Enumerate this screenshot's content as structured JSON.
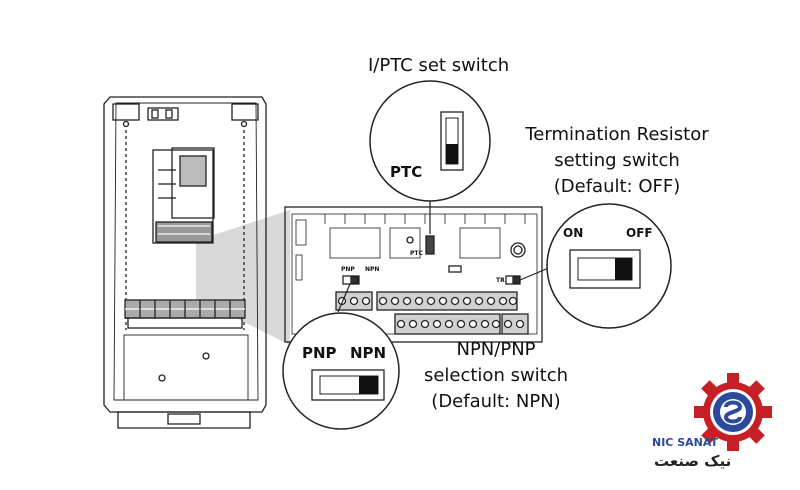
{
  "labels": {
    "ptc_title": "I/PTC set switch",
    "ptc_switch_label": "PTC",
    "term_line1": "Termination Resistor",
    "term_line2": "setting switch",
    "term_line3": "(Default: OFF)",
    "on": "ON",
    "off": "OFF",
    "pnp": "PNP",
    "npn": "NPN",
    "npn_line1": "NPN/PNP",
    "npn_line2": "selection switch",
    "npn_line3": "(Default: NPN)",
    "board_pnp": "PNP",
    "board_npn": "NPN",
    "board_ptc": "PTC",
    "board_tr": "TR"
  },
  "logo": {
    "name_en": "NIC SANAT",
    "name_fa": "نیک صنعت",
    "colors": {
      "red": "#c62026",
      "blue": "#2b4a9b"
    }
  }
}
